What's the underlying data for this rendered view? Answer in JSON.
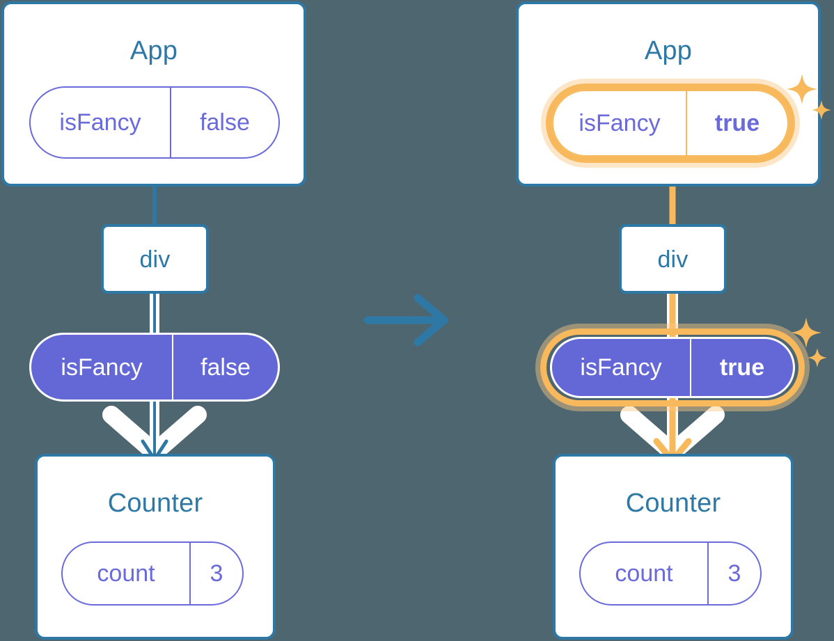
{
  "colors": {
    "background": "#4d6670",
    "box_border": "#2e78a6",
    "box_fill": "#ffffff",
    "title_text": "#2e78a6",
    "pill_purple": "#6467d6",
    "pill_outline": "#6a6adb",
    "highlight_orange": "#f8b95c",
    "highlight_glow": "#fbdfb0",
    "wire_blue": "#2e78a6",
    "wire_white": "#ffffff"
  },
  "panels": [
    {
      "id": "before",
      "app": {
        "title": "App",
        "state_pill": {
          "name": "isFancy",
          "value": "false",
          "highlighted": false,
          "bold_value": false
        }
      },
      "div": {
        "title": "div"
      },
      "prop_pill": {
        "name": "isFancy",
        "value": "false",
        "highlighted": false,
        "bold_value": false
      },
      "counter": {
        "title": "Counter",
        "state_pill": {
          "name": "count",
          "value": "3",
          "highlighted": false,
          "bold_value": false
        }
      },
      "wire_color": "#2e78a6",
      "arrow_color": "#2e78a6",
      "sparkles": false
    },
    {
      "id": "after",
      "app": {
        "title": "App",
        "state_pill": {
          "name": "isFancy",
          "value": "true",
          "highlighted": true,
          "bold_value": true
        }
      },
      "div": {
        "title": "div"
      },
      "prop_pill": {
        "name": "isFancy",
        "value": "true",
        "highlighted": true,
        "bold_value": true
      },
      "counter": {
        "title": "Counter",
        "state_pill": {
          "name": "count",
          "value": "3",
          "highlighted": false,
          "bold_value": false
        }
      },
      "wire_color": "#f8b95c",
      "arrow_color": "#f8b95c",
      "sparkles": true
    }
  ],
  "transition": {
    "icon": "arrow-right-icon",
    "color": "#2e78a6"
  },
  "sparkle_icon": "sparkle-icon"
}
